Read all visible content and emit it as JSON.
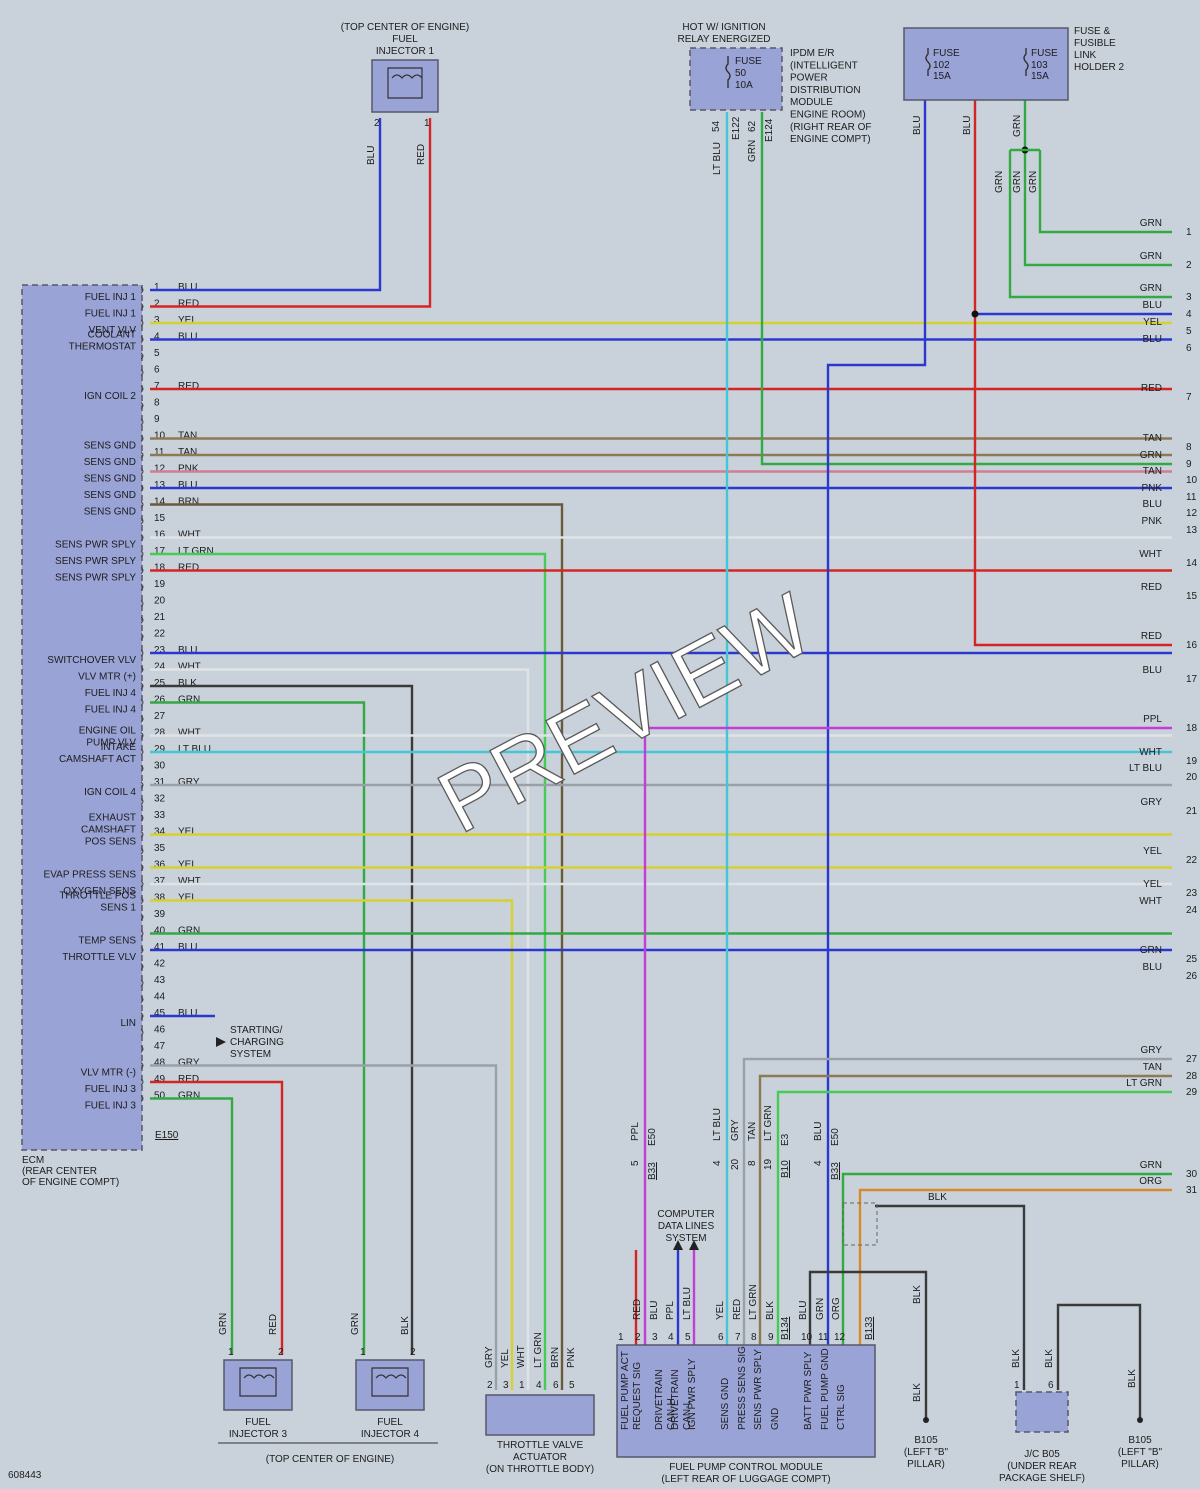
{
  "diagram_id": "608443",
  "colors": {
    "BLU": "#2b38d0",
    "RED": "#d52424",
    "YEL": "#d6d030",
    "TAN": "#8c7a55",
    "GRN": "#33a944",
    "PNK": "#d07d96",
    "BRN": "#6b5a3a",
    "WHT": "#dfe3e8",
    "LT GRN": "#44cc55",
    "LT BLU": "#45c6d6",
    "BLK": "#3a3a3a",
    "GRY": "#9ba0a8",
    "PPL": "#c23ed5",
    "ORG": "#d58a2b"
  },
  "ecm": {
    "name": "ECM",
    "location": [
      "(REAR CENTER",
      "OF ENGINE COMPT)"
    ],
    "connector": "E150",
    "pins": [
      {
        "n": "1",
        "c": "BLU",
        "f": [
          "FUEL INJ 1"
        ]
      },
      {
        "n": "2",
        "c": "RED",
        "f": [
          "FUEL INJ 1"
        ]
      },
      {
        "n": "3",
        "c": "YEL",
        "f": [
          "VENT VLV"
        ]
      },
      {
        "n": "4",
        "c": "BLU",
        "f": [
          "COOLANT",
          "THERMOSTAT"
        ]
      },
      {
        "n": "5",
        "c": "",
        "f": []
      },
      {
        "n": "6",
        "c": "",
        "f": []
      },
      {
        "n": "7",
        "c": "RED",
        "f": [
          "IGN COIL 2"
        ]
      },
      {
        "n": "8",
        "c": "",
        "f": []
      },
      {
        "n": "9",
        "c": "",
        "f": []
      },
      {
        "n": "10",
        "c": "TAN",
        "f": [
          "SENS GND"
        ]
      },
      {
        "n": "11",
        "c": "TAN",
        "f": [
          "SENS GND"
        ]
      },
      {
        "n": "12",
        "c": "PNK",
        "f": [
          "SENS GND"
        ]
      },
      {
        "n": "13",
        "c": "BLU",
        "f": [
          "SENS GND"
        ]
      },
      {
        "n": "14",
        "c": "BRN",
        "f": [
          "SENS GND"
        ]
      },
      {
        "n": "15",
        "c": "",
        "f": []
      },
      {
        "n": "16",
        "c": "WHT",
        "f": [
          "SENS PWR SPLY"
        ]
      },
      {
        "n": "17",
        "c": "LT GRN",
        "f": [
          "SENS PWR SPLY"
        ]
      },
      {
        "n": "18",
        "c": "RED",
        "f": [
          "SENS PWR SPLY"
        ]
      },
      {
        "n": "19",
        "c": "",
        "f": []
      },
      {
        "n": "20",
        "c": "",
        "f": []
      },
      {
        "n": "21",
        "c": "",
        "f": []
      },
      {
        "n": "22",
        "c": "",
        "f": []
      },
      {
        "n": "23",
        "c": "BLU",
        "f": [
          "SWITCHOVER VLV"
        ]
      },
      {
        "n": "24",
        "c": "WHT",
        "f": [
          "VLV MTR (+)"
        ]
      },
      {
        "n": "25",
        "c": "BLK",
        "f": [
          "FUEL INJ 4"
        ]
      },
      {
        "n": "26",
        "c": "GRN",
        "f": [
          "FUEL INJ 4"
        ]
      },
      {
        "n": "27",
        "c": "",
        "f": []
      },
      {
        "n": "28",
        "c": "WHT",
        "f": [
          "ENGINE OIL",
          "PUMP VLV"
        ]
      },
      {
        "n": "29",
        "c": "LT BLU",
        "f": [
          "INTAKE",
          "CAMSHAFT ACT"
        ]
      },
      {
        "n": "30",
        "c": "",
        "f": []
      },
      {
        "n": "31",
        "c": "GRY",
        "f": [
          "IGN COIL 4"
        ]
      },
      {
        "n": "32",
        "c": "",
        "f": []
      },
      {
        "n": "33",
        "c": "",
        "f": []
      },
      {
        "n": "34",
        "c": "YEL",
        "f": [
          "EXHAUST",
          "CAMSHAFT",
          "POS SENS"
        ]
      },
      {
        "n": "35",
        "c": "",
        "f": []
      },
      {
        "n": "36",
        "c": "YEL",
        "f": [
          "EVAP PRESS SENS"
        ]
      },
      {
        "n": "37",
        "c": "WHT",
        "f": [
          "OXYGEN SENS"
        ]
      },
      {
        "n": "38",
        "c": "YEL",
        "f": [
          "THROTTLE POS",
          "SENS 1"
        ]
      },
      {
        "n": "39",
        "c": "",
        "f": []
      },
      {
        "n": "40",
        "c": "GRN",
        "f": [
          "TEMP SENS"
        ]
      },
      {
        "n": "41",
        "c": "BLU",
        "f": [
          "THROTTLE VLV"
        ]
      },
      {
        "n": "42",
        "c": "",
        "f": []
      },
      {
        "n": "43",
        "c": "",
        "f": []
      },
      {
        "n": "44",
        "c": "",
        "f": []
      },
      {
        "n": "45",
        "c": "BLU",
        "f": [
          "LIN"
        ]
      },
      {
        "n": "46",
        "c": "",
        "f": []
      },
      {
        "n": "47",
        "c": "",
        "f": []
      },
      {
        "n": "48",
        "c": "GRY",
        "f": [
          "VLV MTR (-)"
        ]
      },
      {
        "n": "49",
        "c": "RED",
        "f": [
          "FUEL INJ 3"
        ]
      },
      {
        "n": "50",
        "c": "GRN",
        "f": [
          "FUEL INJ 3"
        ]
      }
    ]
  },
  "right_terminals": [
    {
      "n": "1",
      "c": "GRN"
    },
    {
      "n": "2",
      "c": "GRN"
    },
    {
      "n": "3",
      "c": "GRN"
    },
    {
      "n": "4",
      "c": "BLU"
    },
    {
      "n": "5",
      "c": "YEL"
    },
    {
      "n": "6",
      "c": "BLU"
    },
    {
      "n": "7",
      "c": "RED"
    },
    {
      "n": "8",
      "c": "TAN"
    },
    {
      "n": "9",
      "c": "GRN"
    },
    {
      "n": "10",
      "c": "TAN"
    },
    {
      "n": "11",
      "c": "PNK"
    },
    {
      "n": "12",
      "c": "BLU"
    },
    {
      "n": "13",
      "c": "PNK"
    },
    {
      "n": "14",
      "c": "WHT"
    },
    {
      "n": "15",
      "c": "RED"
    },
    {
      "n": "16",
      "c": "RED"
    },
    {
      "n": "17",
      "c": "BLU"
    },
    {
      "n": "18",
      "c": "PPL"
    },
    {
      "n": "19",
      "c": "WHT"
    },
    {
      "n": "20",
      "c": "LT BLU"
    },
    {
      "n": "21",
      "c": "GRY"
    },
    {
      "n": "22",
      "c": "YEL"
    },
    {
      "n": "23",
      "c": "YEL"
    },
    {
      "n": "24",
      "c": "WHT"
    },
    {
      "n": "25",
      "c": "GRN"
    },
    {
      "n": "26",
      "c": "BLU"
    },
    {
      "n": "27",
      "c": "GRY"
    },
    {
      "n": "28",
      "c": "TAN"
    },
    {
      "n": "29",
      "c": "LT GRN"
    },
    {
      "n": "30",
      "c": "GRN"
    },
    {
      "n": "31",
      "c": "ORG"
    }
  ],
  "components": {
    "injector1": {
      "location": "(TOP CENTER OF ENGINE)",
      "name": [
        "FUEL",
        "INJECTOR 1"
      ],
      "pin_a": "2",
      "pin_b": "1",
      "wire_a": "BLU",
      "wire_b": "RED"
    },
    "injector3": {
      "name": [
        "FUEL",
        "INJECTOR 3"
      ],
      "pin_a": "1",
      "pin_b": "2",
      "wire_a": "GRN",
      "wire_b": "RED"
    },
    "injector4": {
      "name": [
        "FUEL",
        "INJECTOR 4"
      ],
      "pin_a": "1",
      "pin_b": "2",
      "wire_a": "GRN",
      "wire_b": "BLK"
    },
    "injectors_location": "(TOP CENTER OF ENGINE)",
    "ipdm": {
      "header": [
        "HOT W/ IGNITION",
        "RELAY ENERGIZED"
      ],
      "fuse": [
        "FUSE",
        "50",
        "10A"
      ],
      "name": [
        "IPDM E/R",
        "(INTELLIGENT",
        "POWER",
        "DISTRIBUTION",
        "MODULE",
        "ENGINE ROOM)",
        "(RIGHT REAR OF",
        "ENGINE COMPT)"
      ],
      "pin_a": "54",
      "conn_a": "E122",
      "wire_a": "LT BLU",
      "pin_b": "62",
      "conn_b": "E124",
      "wire_b": "GRN"
    },
    "fuse_holder": {
      "name": [
        "FUSE &",
        "FUSIBLE",
        "LINK",
        "HOLDER 2"
      ],
      "fuse1": [
        "FUSE",
        "102",
        "15A"
      ],
      "fuse2": [
        "FUSE",
        "103",
        "15A"
      ],
      "wire_a": "BLU",
      "wire_b": "BLU",
      "wire_c": "GRN",
      "wire_d": "GRN",
      "wire_e": "GRN",
      "wire_f": "GRN"
    },
    "throttle": {
      "name": [
        "THROTTLE VALVE",
        "ACTUATOR",
        "(ON THROTTLE BODY)"
      ],
      "pins": [
        {
          "n": "2",
          "c": "GRY"
        },
        {
          "n": "3",
          "c": "YEL"
        },
        {
          "n": "1",
          "c": "WHT"
        },
        {
          "n": "4",
          "c": "LT GRN"
        },
        {
          "n": "6",
          "c": "BRN"
        },
        {
          "n": "5",
          "c": "PNK"
        }
      ]
    },
    "starting": {
      "text": [
        "STARTING/",
        "CHARGING",
        "SYSTEM"
      ]
    },
    "computer": {
      "text": [
        "COMPUTER",
        "DATA LINES",
        "SYSTEM"
      ]
    },
    "fpcm": {
      "name": [
        "FUEL PUMP CONTROL MODULE",
        "(LEFT REAR OF LUGGAGE COMPT)"
      ],
      "connectors": [
        "B134",
        "B133"
      ],
      "pins": [
        {
          "n": "1",
          "c": "",
          "f": [
            "FUEL PUMP ACT",
            "REQUEST SIG"
          ]
        },
        {
          "n": "2",
          "c": "RED",
          "f": []
        },
        {
          "n": "3",
          "c": "BLU",
          "f": [
            "DRIVETRAIN",
            "CAN-H"
          ]
        },
        {
          "n": "4",
          "c": "PPL",
          "f": [
            "DRIVETRAIN",
            "CAN-L"
          ]
        },
        {
          "n": "5",
          "c": "LT BLU",
          "f": [
            "IGN PWR SPLY"
          ]
        },
        {
          "n": "6",
          "c": "YEL",
          "f": [
            "SENS GND"
          ]
        },
        {
          "n": "7",
          "c": "RED",
          "f": [
            "PRESS SENS SIG"
          ]
        },
        {
          "n": "8",
          "c": "LT GRN",
          "f": [
            "SENS PWR SPLY"
          ]
        },
        {
          "n": "9",
          "c": "BLK",
          "f": [
            "GND"
          ]
        },
        {
          "n": "10",
          "c": "BLU",
          "f": [
            "BATT PWR SPLY"
          ]
        },
        {
          "n": "11",
          "c": "GRN",
          "f": [
            "FUEL PUMP GND"
          ]
        },
        {
          "n": "12",
          "c": "ORG",
          "f": [
            "CTRL SIG"
          ]
        }
      ]
    },
    "inline": [
      {
        "pin1": "5",
        "conn1": "E50",
        "pin2": "",
        "conn2": "B33",
        "wire": "PPL"
      },
      {
        "pin1": "4",
        "conn1": "",
        "pin2": "20",
        "conn2": "",
        "wire1": "LT BLU",
        "wire2": "GRY"
      },
      {
        "pin1": "8",
        "conn1": "",
        "pin2": "19",
        "conn2": "E3",
        "conn3": "B10",
        "wire1": "TAN",
        "wire2": "LT GRN"
      },
      {
        "pin1": "4",
        "conn1": "E50",
        "conn2": "B33",
        "wire": "BLU"
      }
    ],
    "ground1": {
      "wire": "BLK",
      "name": [
        "B105",
        "(LEFT \"B\"",
        "PILLAR)"
      ]
    },
    "jc": {
      "name": [
        "J/C B05",
        "(UNDER REAR",
        "PACKAGE SHELF)"
      ],
      "pin_a": "1",
      "pin_b": "6",
      "wire_a": "BLK",
      "wire_b": "BLK"
    },
    "ground2": {
      "wire": "BLK",
      "name": [
        "B105",
        "(LEFT \"B\"",
        "PILLAR)"
      ]
    },
    "blk_label": "BLK"
  },
  "watermark": "PREVIEW"
}
